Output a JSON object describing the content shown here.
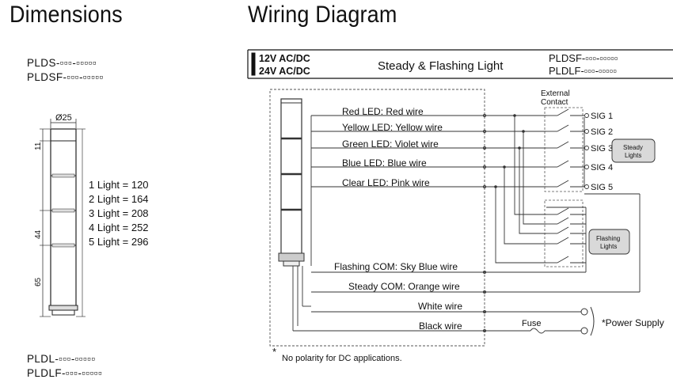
{
  "dimensions": {
    "title": "Dimensions",
    "models_top": [
      "PLDS-▫▫▫-▫▫▫▫▫",
      "PLDSF-▫▫▫-▫▫▫▫▫"
    ],
    "models_bottom": [
      "PLDL-▫▫▫-▫▫▫▫▫",
      "PLDLF-▫▫▫-▫▫▫▫▫"
    ],
    "diameter": "Ø25",
    "dim_top": "11",
    "dim_mid": "44",
    "dim_bottom": "65",
    "light_heights": [
      "1 Light = 120",
      "2 Light = 164",
      "3 Light = 208",
      "4 Light = 252",
      "5 Light = 296"
    ]
  },
  "wiring": {
    "title": "Wiring Diagram",
    "voltage_1": "12V AC/DC",
    "voltage_2": "24V AC/DC",
    "header_title": "Steady & Flashing Light",
    "models": [
      "PLDSF-▫▫▫-▫▫▫▫▫",
      "PLDLF-▫▫▫-▫▫▫▫▫"
    ],
    "external_contact_1": "External",
    "external_contact_2": "Contact",
    "wires": [
      "Red LED: Red wire",
      "Yellow LED: Yellow wire",
      "Green LED: Violet wire",
      "Blue LED: Blue wire",
      "Clear LED: Pink wire"
    ],
    "signals": [
      "SIG 1",
      "SIG 2",
      "SIG 3",
      "SIG 4",
      "SIG 5"
    ],
    "steady_box": [
      "Steady",
      "Lights"
    ],
    "flashing_box": [
      "Flashing",
      "Lights"
    ],
    "flashing_com": "Flashing COM: Sky Blue wire",
    "steady_com": "Steady COM: Orange wire",
    "white_wire": "White wire",
    "black_wire": "Black wire",
    "fuse": "Fuse",
    "power_supply": "*Power Supply",
    "footnote_mark": "*",
    "footnote": "No polarity for DC applications."
  }
}
